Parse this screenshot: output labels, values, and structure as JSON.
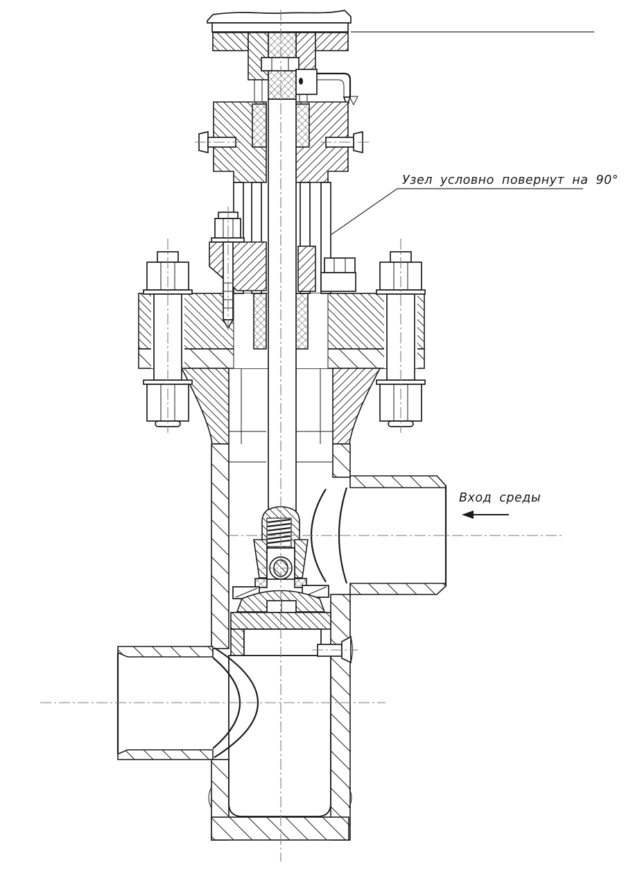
{
  "drawing": {
    "type": "valve-cross-section",
    "annotations": {
      "rotated_note": "Узел условно повернут на 90°",
      "inlet_label": "Вход среды"
    },
    "colors": {
      "line": "#1a1a1a",
      "centerline": "#7a7a7a",
      "background": "#ffffff"
    }
  }
}
